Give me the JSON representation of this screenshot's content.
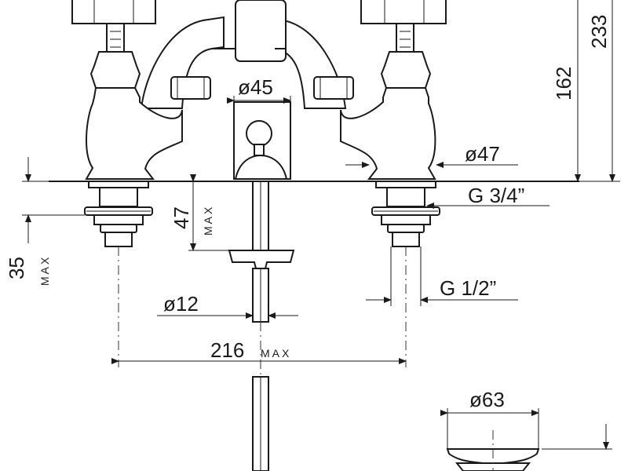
{
  "dimensions": {
    "height_total": "233",
    "height_spout": "162",
    "spout_base_dia": "ø45",
    "body_dia": "ø47",
    "inlet_thread": "G 3/4”",
    "deck_thickness_max": "47",
    "side_height_max": "35",
    "stem_dia": "ø12",
    "outlet_thread": "G 1/2”",
    "centers_max": "216",
    "waste_dia": "ø63"
  },
  "labels": {
    "max": "MAX"
  },
  "colors": {
    "line": "#1a1a1a",
    "background": "#ffffff"
  }
}
